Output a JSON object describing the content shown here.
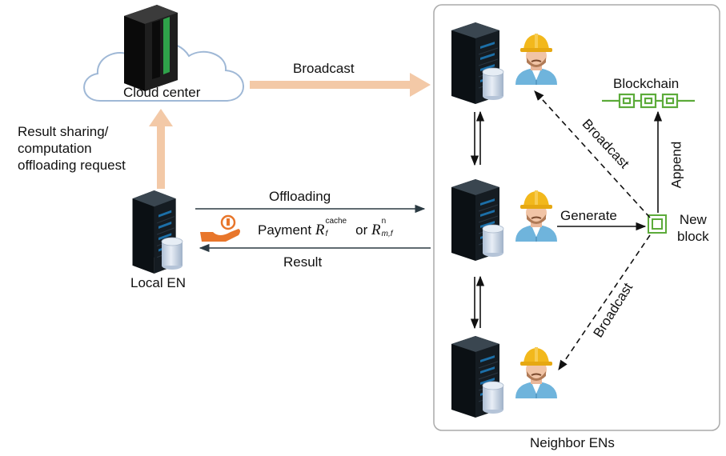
{
  "cloud": {
    "label": "Cloud center"
  },
  "broadcast_top": {
    "label": "Broadcast"
  },
  "request": {
    "lines": [
      "Result sharing/",
      "computation",
      "offloading request"
    ]
  },
  "local_en": {
    "label": "Local EN"
  },
  "offloading": {
    "label": "Offloading"
  },
  "payment": {
    "prefix": "Payment",
    "sym1": "R",
    "sym1_sup": "cache",
    "sym1_sub": "f",
    "joiner": "or",
    "sym2": "R",
    "sym2_sup": "n",
    "sym2_sub": "m,f"
  },
  "result": {
    "label": "Result"
  },
  "neighbor": {
    "label": "Neighbor ENs"
  },
  "generate": {
    "label": "Generate"
  },
  "new_block": {
    "line1": "New",
    "line2": "block"
  },
  "blockchain": {
    "label": "Blockchain"
  },
  "append": {
    "label": "Append"
  },
  "broadcast_up": {
    "label": "Broadcast"
  },
  "broadcast_down": {
    "label": "Broadcast"
  },
  "colors": {
    "peach": "#f3c9a7",
    "dark_teal": "#2b3a42",
    "green": "#5cab3a",
    "helmet": "#f2b81c",
    "shirt": "#6fb4dc",
    "panel_border": "#aaaaaa",
    "coin_orange": "#e8762b"
  }
}
